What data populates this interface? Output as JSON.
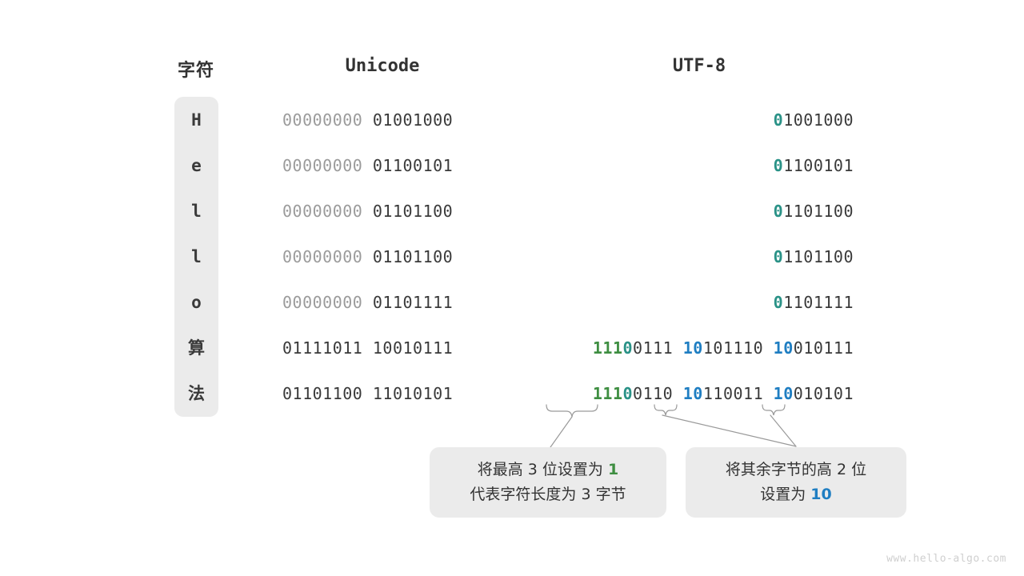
{
  "headers": {
    "char": "字符",
    "unicode": "Unicode",
    "utf8": "UTF-8"
  },
  "rows": [
    {
      "char": "H",
      "is_cjk": false,
      "unicode_high": "00000000",
      "unicode_low": "01001000",
      "utf8_prefix": "0",
      "utf8_rest": "1001000"
    },
    {
      "char": "e",
      "is_cjk": false,
      "unicode_high": "00000000",
      "unicode_low": "01100101",
      "utf8_prefix": "0",
      "utf8_rest": "1100101"
    },
    {
      "char": "l",
      "is_cjk": false,
      "unicode_high": "00000000",
      "unicode_low": "01101100",
      "utf8_prefix": "0",
      "utf8_rest": "1101100"
    },
    {
      "char": "l",
      "is_cjk": false,
      "unicode_high": "00000000",
      "unicode_low": "01101100",
      "utf8_prefix": "0",
      "utf8_rest": "1101100"
    },
    {
      "char": "o",
      "is_cjk": false,
      "unicode_high": "00000000",
      "unicode_low": "01101111",
      "utf8_prefix": "0",
      "utf8_rest": "1101111"
    },
    {
      "char": "算",
      "is_cjk": true,
      "unicode_high": "01111011",
      "unicode_low": "10010111",
      "utf8_b1_green": "111",
      "utf8_b1_teal": "0",
      "utf8_b1_rest": "0111",
      "utf8_b2_blue": "10",
      "utf8_b2_rest": "101110",
      "utf8_b3_blue": "10",
      "utf8_b3_rest": "010111"
    },
    {
      "char": "法",
      "is_cjk": true,
      "unicode_high": "01101100",
      "unicode_low": "11010101",
      "utf8_b1_green": "111",
      "utf8_b1_teal": "0",
      "utf8_b1_rest": "0110",
      "utf8_b2_blue": "10",
      "utf8_b2_rest": "110011",
      "utf8_b3_blue": "10",
      "utf8_b3_rest": "010101"
    }
  ],
  "callouts": {
    "left": {
      "line1_pre": "将最高 3 位设置为 ",
      "line1_hl": "1",
      "line2": "代表字符长度为 3 字节"
    },
    "right": {
      "line1": "将其余字节的高 2 位",
      "line2_pre": "设置为 ",
      "line2_hl": "10"
    }
  },
  "watermark": "www.hello-algo.com",
  "colors": {
    "green": "#3e8e41",
    "teal": "#2a9287",
    "blue": "#1f7ec2",
    "dark": "#3a3a3a",
    "dim": "#9b9b9b",
    "box_bg": "#ebebeb",
    "connector": "#9a9a9a"
  }
}
